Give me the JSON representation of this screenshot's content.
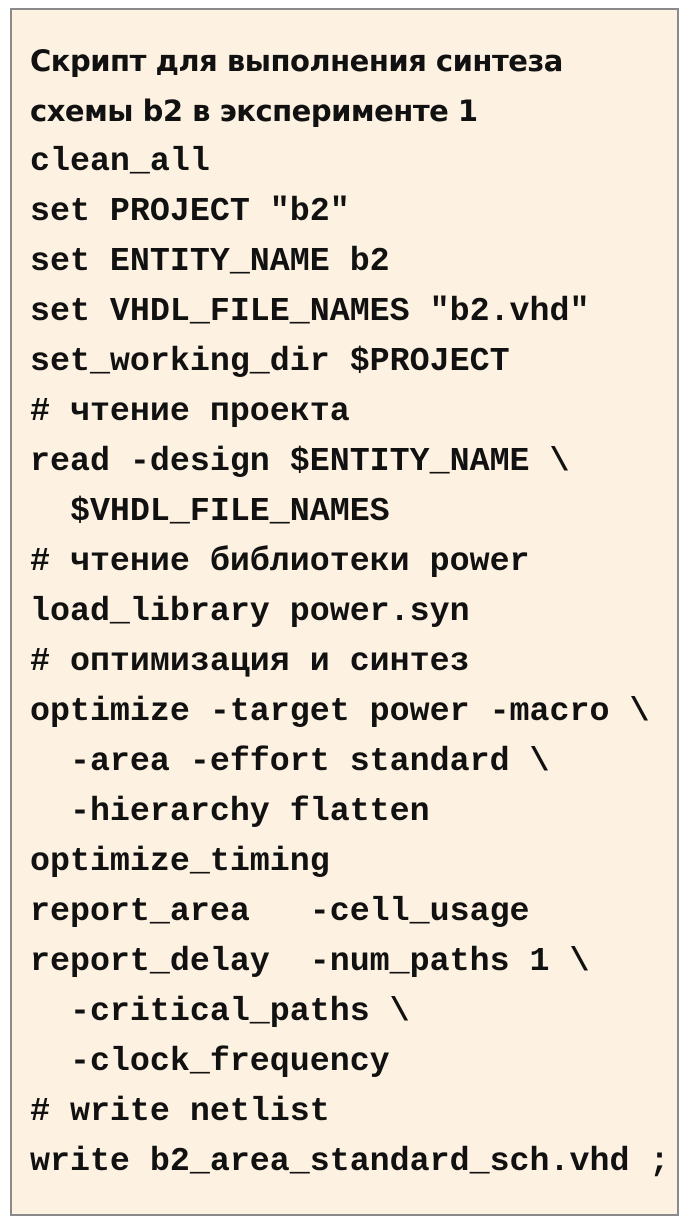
{
  "panel": {
    "title_lines": [
      "Скрипт для выполнения синтеза",
      "схемы b2 в эксперименте 1"
    ],
    "code_lines": [
      "clean_all",
      "set PROJECT \"b2\"",
      "set ENTITY_NAME b2",
      "set VHDL_FILE_NAMES \"b2.vhd\"",
      "set_working_dir $PROJECT",
      "# чтение проекта",
      "read -design $ENTITY_NAME \\",
      "  $VHDL_FILE_NAMES",
      "# чтение библиотеки power",
      "load_library power.syn",
      "# оптимизация и синтез",
      "optimize -target power -macro \\",
      "  -area -effort standard \\",
      "  -hierarchy flatten",
      "optimize_timing",
      "report_area   -cell_usage",
      "report_delay  -num_paths 1 \\",
      "  -critical_paths \\",
      "  -clock_frequency",
      "# write netlist",
      "write b2_area_standard_sch.vhd ;"
    ],
    "colors": {
      "background": "#fdf1e1",
      "border": "#8a8a8a",
      "text": "#111111"
    }
  }
}
